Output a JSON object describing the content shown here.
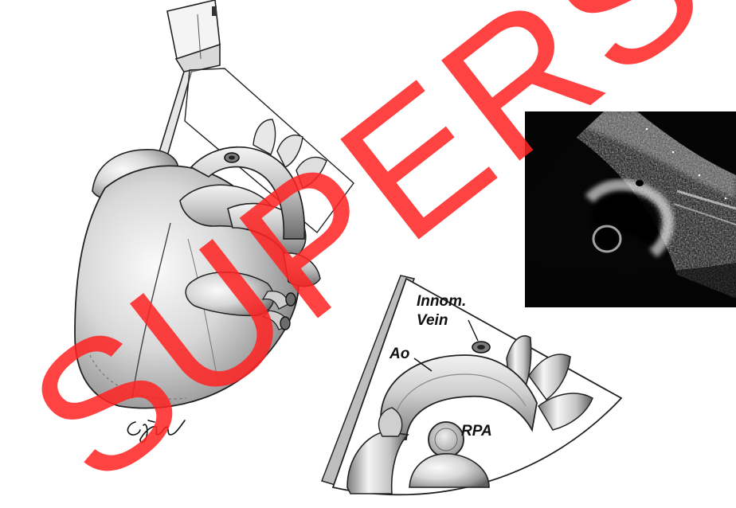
{
  "diagram": {
    "labels": {
      "innom_line1": "Innom.",
      "innom_line2": "Vein",
      "aorta": "Ao",
      "rpa": "RPA"
    }
  },
  "signature": {
    "text": "Eflynn"
  },
  "watermark": {
    "text": "SUPERS",
    "color": "#ff2424"
  },
  "colors": {
    "ink": "#111111",
    "echo_background": "#060606"
  }
}
